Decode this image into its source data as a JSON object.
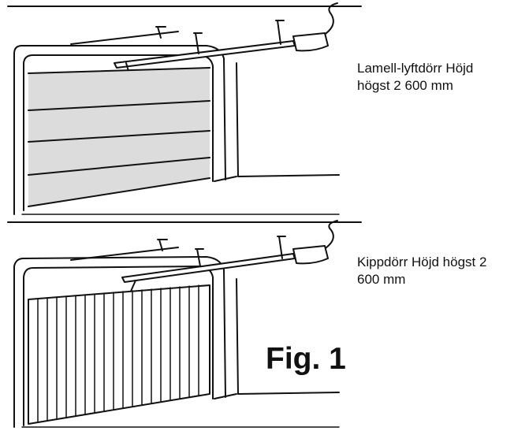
{
  "captions": {
    "sectional_door": "Lamell-lyftdörr Höjd högst 2 600 mm",
    "up_and_over_door": "Kippdörr Höjd högst 2 600 mm"
  },
  "figure_label": "Fig. 1",
  "colors": {
    "line": "#111111",
    "panel_fill": "#dcdcdc",
    "background": "#ffffff"
  }
}
